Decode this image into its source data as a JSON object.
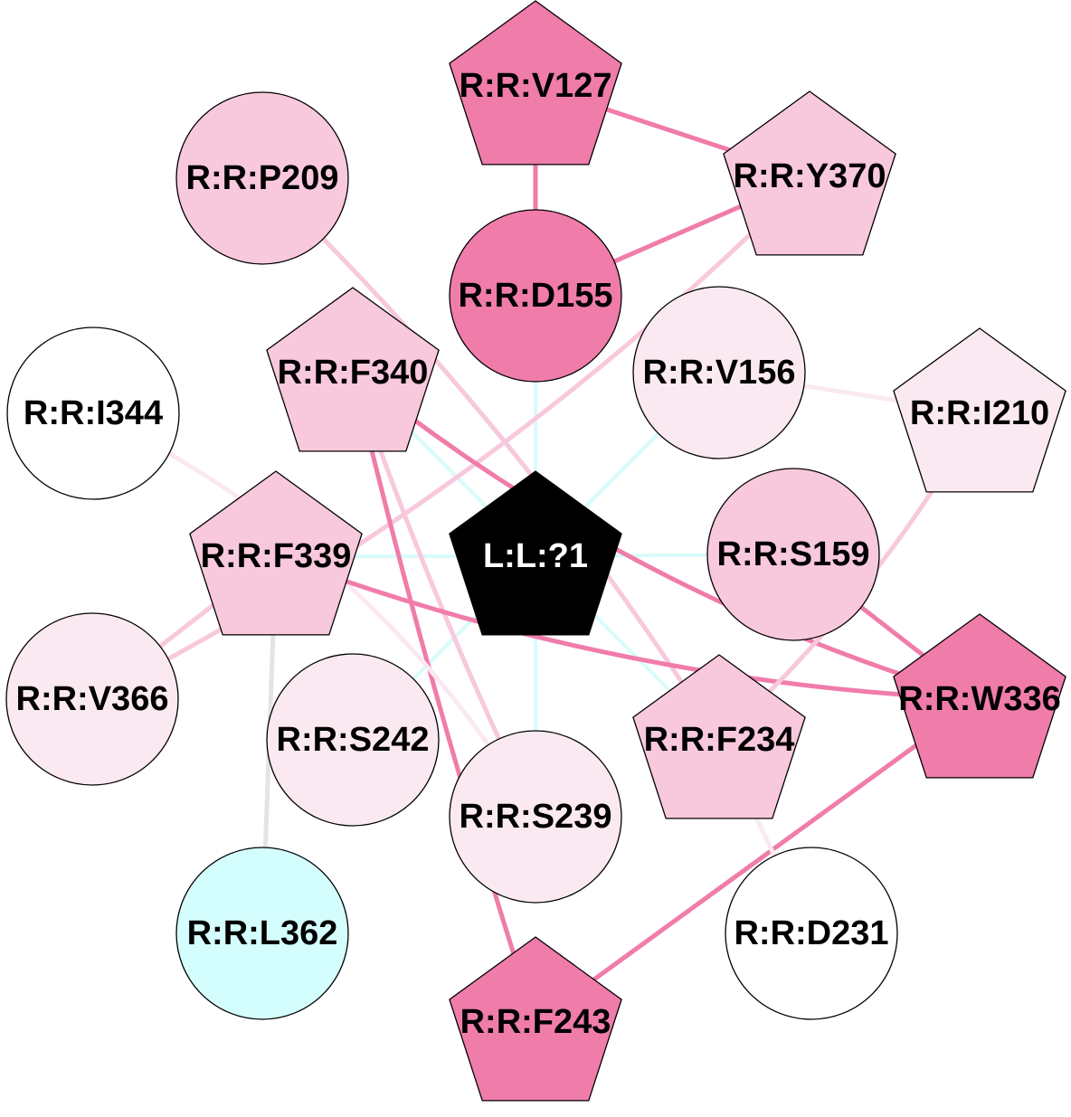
{
  "colors": {
    "strong": "#f07caa",
    "medium": "#f8c8dc",
    "light": "#fbe9f1",
    "none": "#ffffff",
    "cyan": "#d4fdfd",
    "ligand": "#000000",
    "gray": "#e4e4e4",
    "spoke": "#d8fbfb"
  },
  "nodes": [
    {
      "id": "V127",
      "label": "R:R:V127",
      "shape": "pentagon",
      "fill": "strong"
    },
    {
      "id": "Y370",
      "label": "R:R:Y370",
      "shape": "pentagon",
      "fill": "medium"
    },
    {
      "id": "P209",
      "label": "R:R:P209",
      "shape": "circle",
      "fill": "medium"
    },
    {
      "id": "D155",
      "label": "R:R:D155",
      "shape": "circle",
      "fill": "strong"
    },
    {
      "id": "F340",
      "label": "R:R:F340",
      "shape": "pentagon",
      "fill": "medium"
    },
    {
      "id": "V156",
      "label": "R:R:V156",
      "shape": "circle",
      "fill": "light"
    },
    {
      "id": "I210",
      "label": "R:R:I210",
      "shape": "pentagon",
      "fill": "light"
    },
    {
      "id": "I344",
      "label": "R:R:I344",
      "shape": "circle",
      "fill": "none"
    },
    {
      "id": "LIG",
      "label": "L:L:?1",
      "shape": "pentagon",
      "fill": "ligand",
      "text_color": "#ffffff"
    },
    {
      "id": "F339",
      "label": "R:R:F339",
      "shape": "pentagon",
      "fill": "medium"
    },
    {
      "id": "S159",
      "label": "R:R:S159",
      "shape": "circle",
      "fill": "medium"
    },
    {
      "id": "V366",
      "label": "R:R:V366",
      "shape": "circle",
      "fill": "light"
    },
    {
      "id": "W336",
      "label": "R:R:W336",
      "shape": "pentagon",
      "fill": "strong"
    },
    {
      "id": "S242",
      "label": "R:R:S242",
      "shape": "circle",
      "fill": "light"
    },
    {
      "id": "F234",
      "label": "R:R:F234",
      "shape": "pentagon",
      "fill": "medium"
    },
    {
      "id": "S239",
      "label": "R:R:S239",
      "shape": "circle",
      "fill": "light"
    },
    {
      "id": "L362",
      "label": "R:R:L362",
      "shape": "circle",
      "fill": "cyan"
    },
    {
      "id": "D231",
      "label": "R:R:D231",
      "shape": "circle",
      "fill": "none"
    },
    {
      "id": "F243",
      "label": "R:R:F243",
      "shape": "pentagon",
      "fill": "strong"
    }
  ],
  "edges": [
    {
      "source": "LIG",
      "target": "D155",
      "color": "spoke"
    },
    {
      "source": "LIG",
      "target": "V156",
      "color": "spoke"
    },
    {
      "source": "LIG",
      "target": "S159",
      "color": "spoke"
    },
    {
      "source": "LIG",
      "target": "F234",
      "color": "spoke"
    },
    {
      "source": "LIG",
      "target": "S239",
      "color": "spoke"
    },
    {
      "source": "LIG",
      "target": "S242",
      "color": "spoke"
    },
    {
      "source": "LIG",
      "target": "F339",
      "color": "spoke"
    },
    {
      "source": "LIG",
      "target": "F340",
      "color": "spoke"
    },
    {
      "source": "V127",
      "target": "D155",
      "color": "strong"
    },
    {
      "source": "V127",
      "target": "Y370",
      "color": "strong"
    },
    {
      "source": "D155",
      "target": "Y370",
      "color": "strong"
    },
    {
      "source": "Y370",
      "target": "V366",
      "color": "medium",
      "curve": -0.08
    },
    {
      "source": "P209",
      "target": "F234",
      "color": "medium",
      "curve": -0.06
    },
    {
      "source": "F340",
      "target": "W336",
      "color": "strong",
      "curve": 0.1
    },
    {
      "source": "F340",
      "target": "F243",
      "color": "strong",
      "curve": 0.02
    },
    {
      "source": "F340",
      "target": "S239",
      "color": "medium",
      "curve": 0.03
    },
    {
      "source": "I344",
      "target": "S239",
      "color": "light",
      "curve": -0.15
    },
    {
      "source": "F339",
      "target": "W336",
      "color": "strong",
      "curve": 0.08
    },
    {
      "source": "F339",
      "target": "V366",
      "color": "medium"
    },
    {
      "source": "F339",
      "target": "L362",
      "color": "gray"
    },
    {
      "source": "V156",
      "target": "I210",
      "color": "light"
    },
    {
      "source": "I210",
      "target": "F234",
      "color": "medium",
      "curve": -0.08
    },
    {
      "source": "S159",
      "target": "W336",
      "color": "strong"
    },
    {
      "source": "W336",
      "target": "F243",
      "color": "strong"
    },
    {
      "source": "F234",
      "target": "D231",
      "color": "light"
    }
  ]
}
